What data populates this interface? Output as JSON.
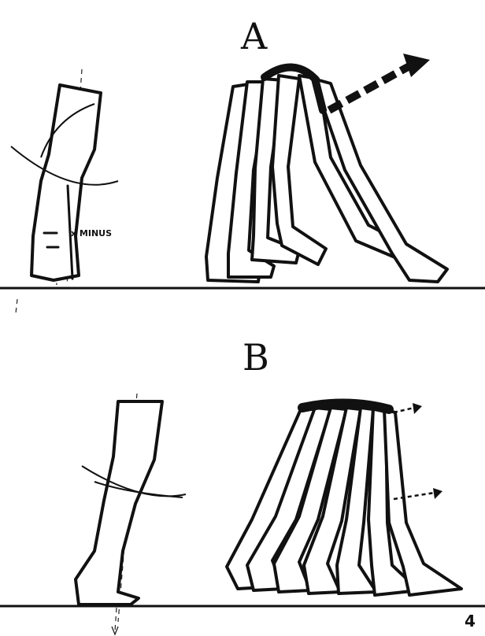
{
  "panels": {
    "a": {
      "label": "A",
      "annotation": "x MINUS"
    },
    "b": {
      "label": "B"
    }
  },
  "page_number": "4",
  "colors": {
    "ink": "#111111",
    "paper": "#ffffff"
  }
}
